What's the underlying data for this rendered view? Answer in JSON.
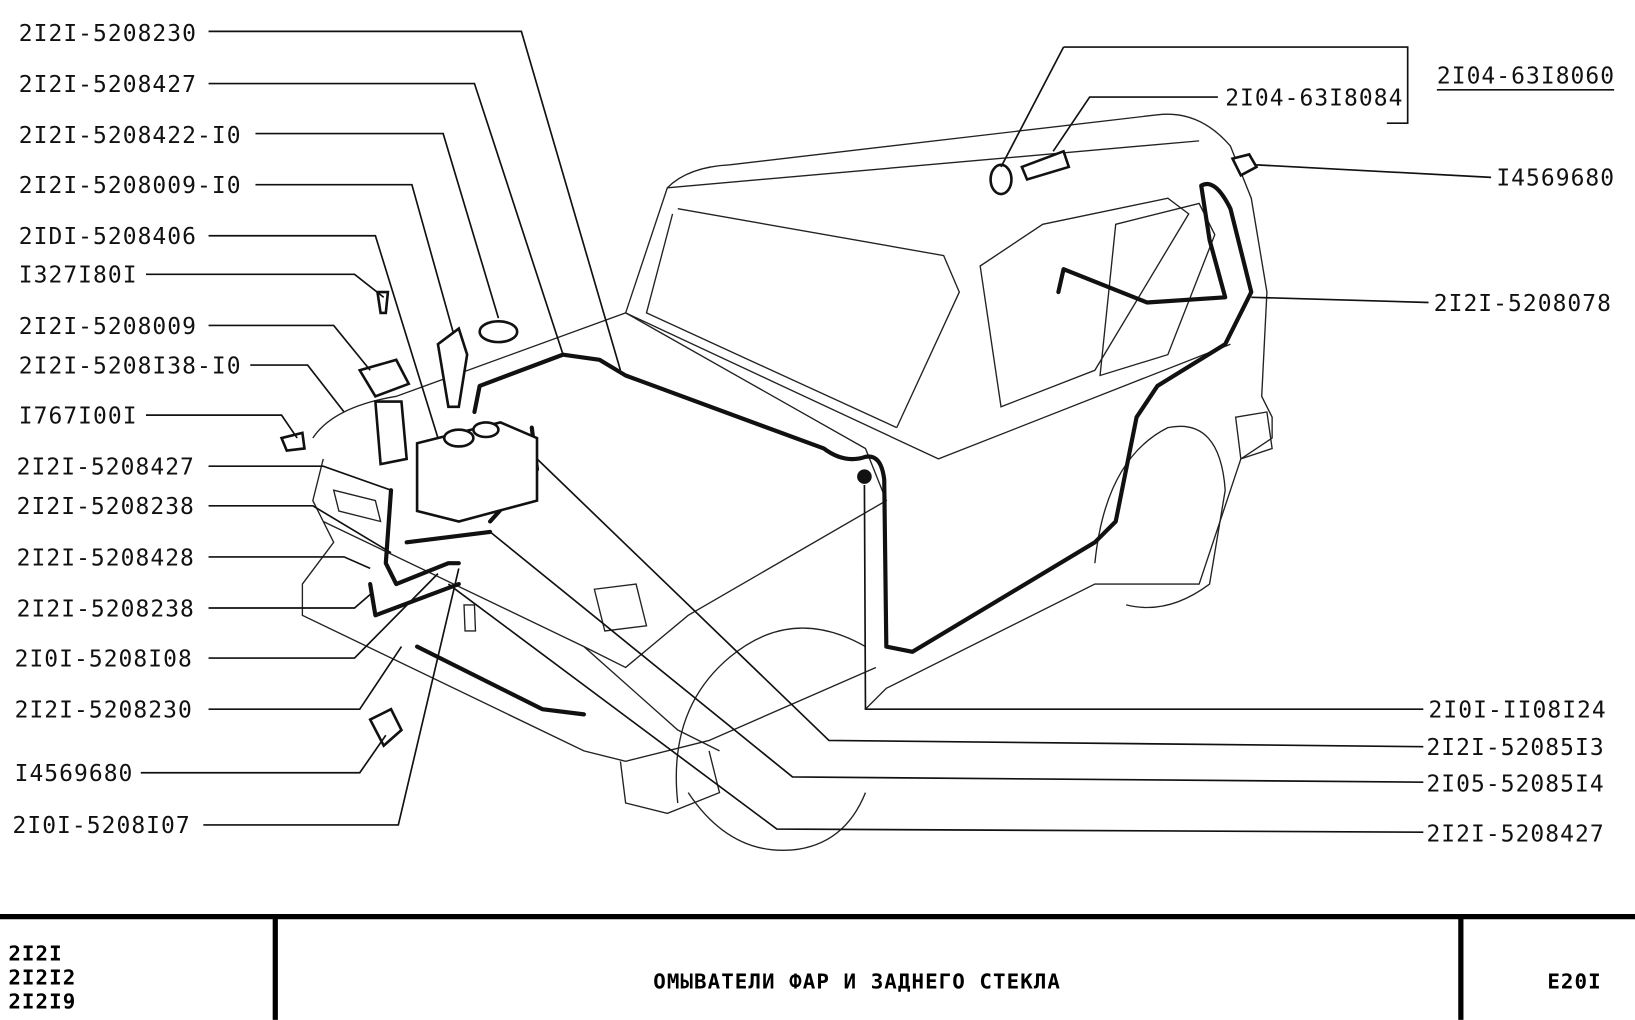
{
  "left_labels": [
    "2I2I-5208230",
    "2I2I-5208427",
    "2I2I-5208422-I0",
    "2I2I-5208009-I0",
    "2IDI-5208406",
    "I327I80I",
    "2I2I-5208009",
    "2I2I-5208I38-I0",
    "I767I00I",
    "2I2I-5208427",
    "2I2I-5208238",
    "2I2I-5208428",
    "2I2I-5208238",
    "2I0I-5208I08",
    "2I2I-5208230",
    "I4569680",
    "2I0I-5208I07"
  ],
  "right_labels": {
    "group": "2I04-63I8060",
    "nozzle": "2I04-63I8084",
    "clip": "I4569680",
    "rear_hose": "2I2I-5208078",
    "r1": "2I0I-II08I24",
    "r2": "2I2I-52085I3",
    "r3": "2I05-52085I4",
    "r4": "2I2I-5208427"
  },
  "title_block": {
    "models": [
      "2I2I",
      "2I2I2",
      "2I2I9"
    ],
    "title": "ОМЫВАТЕЛИ ФАР И ЗАДНЕГО СТЕКЛА",
    "sheet": "E20I"
  }
}
